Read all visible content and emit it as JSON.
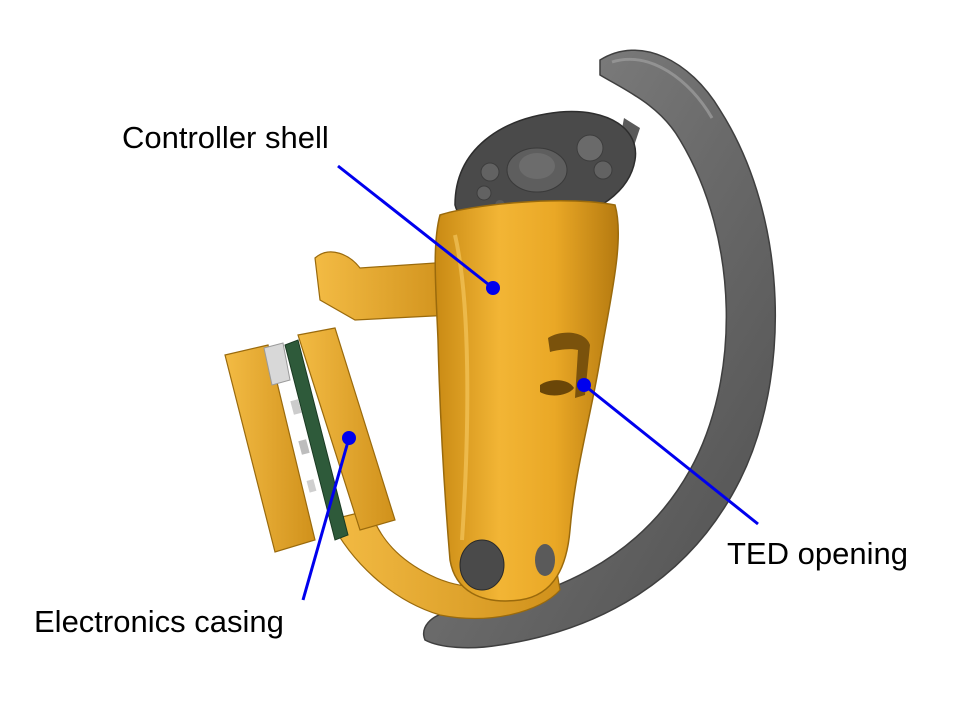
{
  "labels": {
    "controller_shell": "Controller shell",
    "ted_opening": "TED opening",
    "electronics_casing": "Electronics casing"
  },
  "colors": {
    "shell": "#e8a422",
    "shell_shadow": "#b97d12",
    "shell_highlight": "#f7c655",
    "ring": "#6e6e6e",
    "ring_dark": "#4d4d4d",
    "ring_light": "#8e8e8e",
    "pcb": "#2f5a3c",
    "leader": "#0000ee"
  }
}
